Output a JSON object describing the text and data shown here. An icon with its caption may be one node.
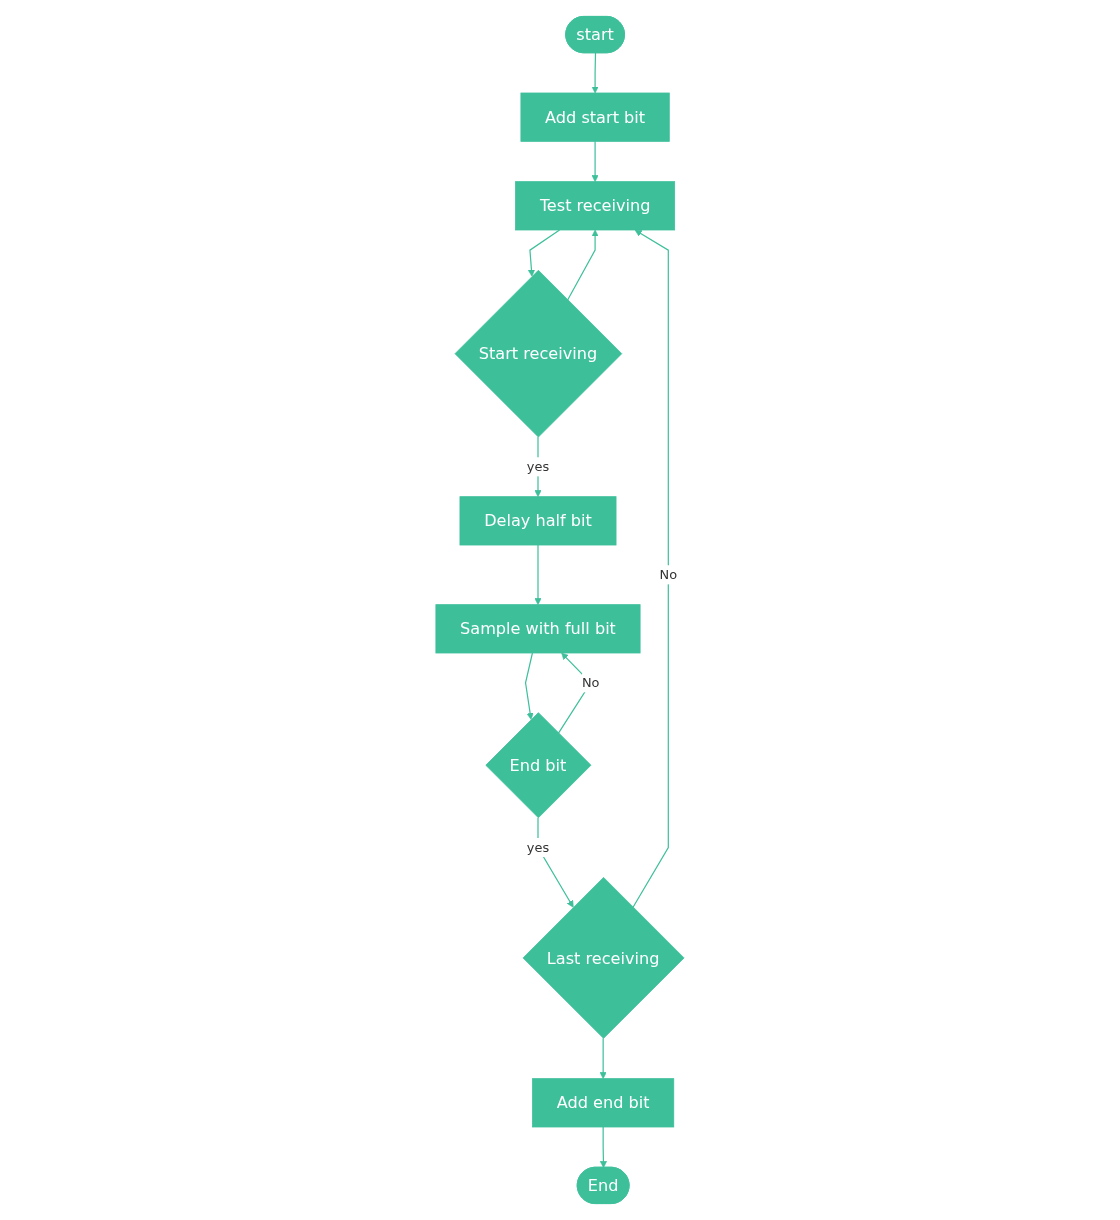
{
  "diagram": {
    "nodes": [
      {
        "text": [
          "start"
        ]
      },
      {
        "text": [
          "Add start bit"
        ]
      },
      {
        "text": [
          "Test receiving"
        ]
      },
      {
        "text": [
          "Start receiving"
        ]
      },
      {
        "text": [
          "Delay half bit"
        ]
      },
      {
        "text": [
          "Sample with full bit"
        ]
      },
      {
        "text": [
          "End bit"
        ]
      },
      {
        "text": [
          "Last receiving"
        ]
      },
      {
        "text": [
          "Add end bit"
        ]
      },
      {
        "text": [
          "End"
        ]
      }
    ],
    "edges": [
      {
        "from": 0,
        "to": 1,
        "arrow": "to"
      },
      {
        "from": 1,
        "to": 2,
        "arrow": "to"
      },
      {
        "from": 2,
        "to": 3,
        "arrow": "to"
      },
      {
        "from": 3,
        "to": 4,
        "label": "yes",
        "arrow": "to"
      },
      {
        "from": 3,
        "to": 2,
        "arrow": "to"
      },
      {
        "from": 4,
        "to": 5,
        "arrow": "to"
      },
      {
        "from": 5,
        "to": 6,
        "arrow": "to"
      },
      {
        "from": 6,
        "to": 5,
        "label": "No",
        "arrow": "to"
      },
      {
        "from": 6,
        "to": 7,
        "label": "yes",
        "arrow": "to"
      },
      {
        "from": 7,
        "to": 2,
        "label": "No",
        "arrow": "to"
      },
      {
        "from": 7,
        "to": 8,
        "arrow": "to"
      },
      {
        "from": 8,
        "to": 9,
        "arrow": "to"
      }
    ]
  }
}
